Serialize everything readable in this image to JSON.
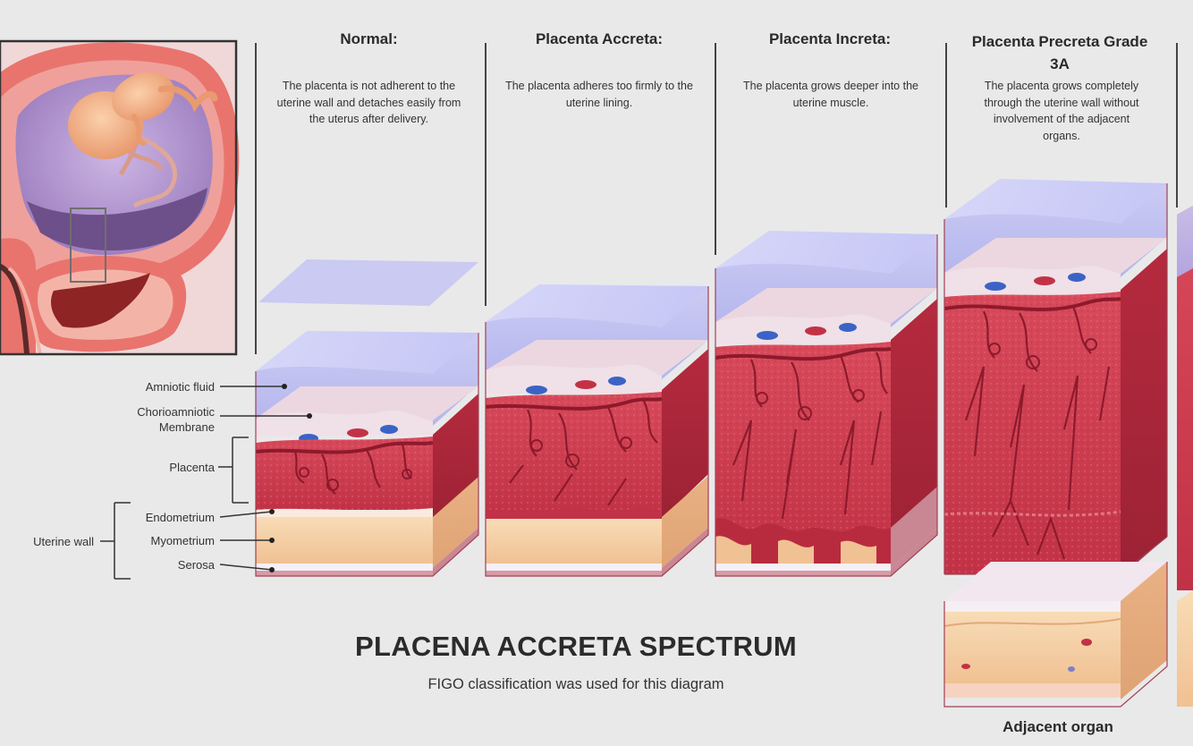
{
  "title": "PLACENA ACCRETA SPECTRUM",
  "subtitle": "FIGO classification was used for this diagram",
  "stages": [
    {
      "heading": "Normal:",
      "description": "The placenta is not adherent to the uterine wall and detaches easily from the uterus after delivery."
    },
    {
      "heading": "Placenta Accreta:",
      "description": "The placenta adheres too firmly to the uterine lining."
    },
    {
      "heading": "Placenta Increta:",
      "description": "The placenta grows deeper into the uterine muscle."
    },
    {
      "heading": "Placenta Precreta Grade 3A",
      "description": "The placenta grows completely through the uterine wall without involvement of the adjacent organs."
    }
  ],
  "labels": {
    "amniotic_fluid": "Amniotic fluid",
    "chorioamniotic_membrane": "Chorioamniotic Membrane",
    "placenta": "Placenta",
    "uterine_wall": "Uterine wall",
    "endometrium": "Endometrium",
    "myometrium": "Myometrium",
    "serosa": "Serosa"
  },
  "adjacent_organ": "Adjacent organ",
  "colors": {
    "background": "#e9e9ea",
    "amniotic_fluid": "#bcbcf0",
    "placenta_tissue": "#c8374a",
    "vessels": "#8d1a2c",
    "myometrium": "#f3c9a0",
    "uterus_outline": "#e9746e"
  }
}
